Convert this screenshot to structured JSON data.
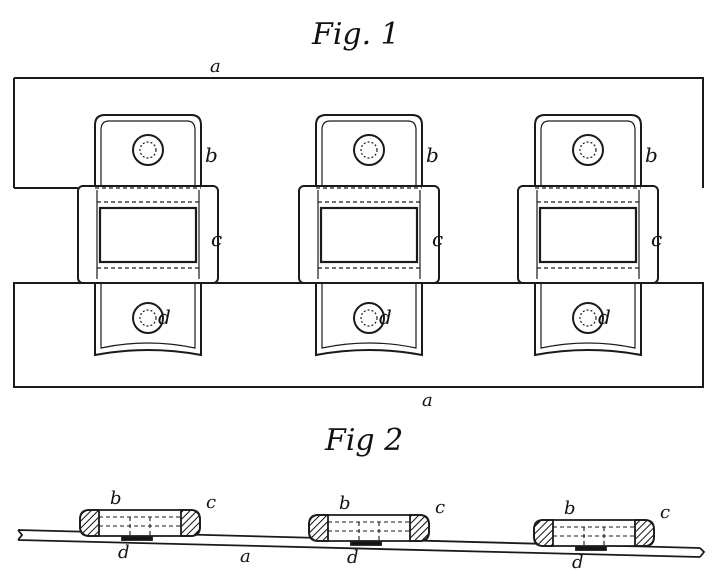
{
  "fig1": {
    "title": "Fig. 1",
    "label_belt": "a",
    "label_plate": "b",
    "label_clip": "c",
    "label_rivet": "d",
    "link_count": 3
  },
  "fig2": {
    "title": "Fig 2",
    "label_belt": "a",
    "label_plate": "b",
    "label_clip": "c",
    "label_rivet": "d"
  },
  "colors": {
    "ink": "#1a1a1a",
    "paper": "#ffffff"
  }
}
